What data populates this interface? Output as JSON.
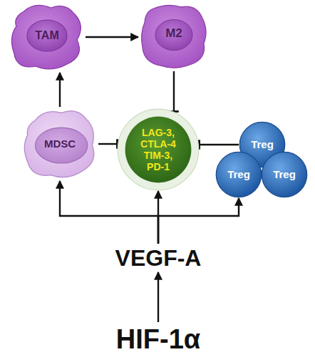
{
  "diagram": {
    "nodes": [
      {
        "text": [
          "TAM"
        ]
      },
      {
        "text": [
          "M2"
        ]
      },
      {
        "text": [
          "MDSC"
        ]
      },
      {
        "text": [
          "LAG-3, CTLA-4 TIM-3, PD-1"
        ]
      },
      {
        "text": [
          "Treg"
        ]
      },
      {
        "text": [
          "Treg"
        ]
      },
      {
        "text": [
          "Treg"
        ]
      },
      {
        "text": [
          "VEGF-A"
        ]
      },
      {
        "text": [
          "HIF-1α"
        ]
      }
    ],
    "edges": [
      {
        "from": 8,
        "to": 7,
        "arrow": "to"
      },
      {
        "from": 7,
        "to": 3,
        "arrow": "to"
      },
      {
        "from": 7,
        "to": 2,
        "arrow": "to"
      },
      {
        "from": 7,
        "to": 5,
        "arrow": "to"
      },
      {
        "from": 2,
        "to": 0,
        "arrow": "to"
      },
      {
        "from": 0,
        "to": 1,
        "arrow": "to"
      },
      {
        "from": 1,
        "to": 3,
        "arrow": "to"
      },
      {
        "from": 2,
        "to": 3,
        "arrow": "to"
      },
      {
        "from": 4,
        "to": 3,
        "arrow": "to"
      }
    ]
  }
}
